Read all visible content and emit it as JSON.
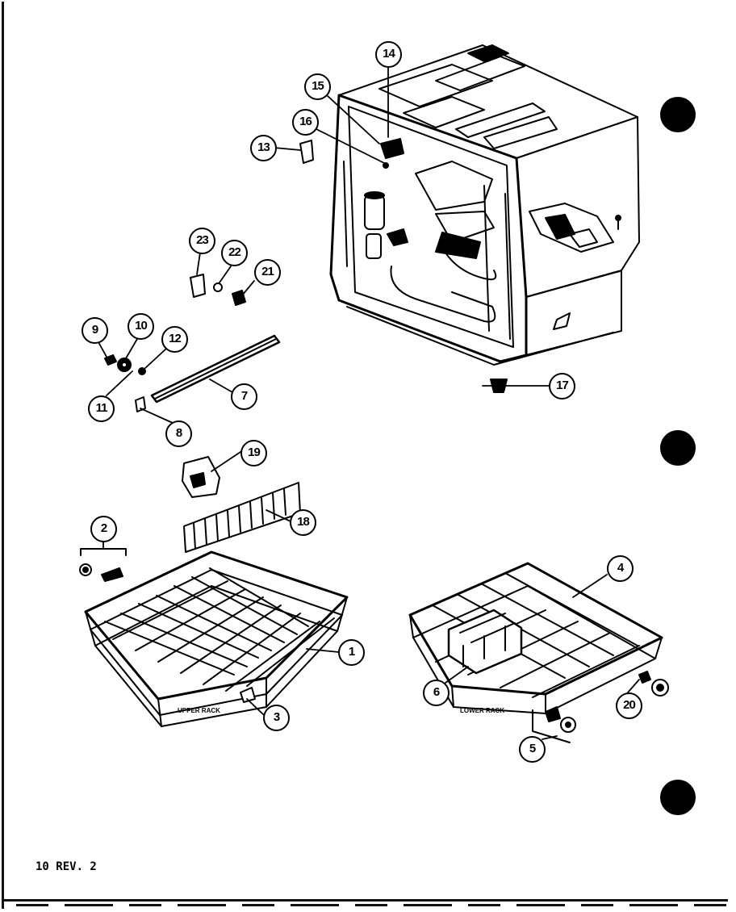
{
  "callouts": {
    "c1": "1",
    "c2": "2",
    "c3": "3",
    "c4": "4",
    "c5": "5",
    "c6": "6",
    "c7": "7",
    "c8": "8",
    "c9": "9",
    "c10": "10",
    "c11": "11",
    "c12": "12",
    "c13": "13",
    "c14": "14",
    "c15": "15",
    "c16": "16",
    "c17": "17",
    "c18": "18",
    "c19": "19",
    "c20": "20",
    "c21": "21",
    "c22": "22",
    "c23": "23"
  },
  "labels": {
    "upper_rack": "UPPER RACK",
    "lower_rack": "LOWER RACK"
  },
  "footer": {
    "page_rev": "10 REV. 2"
  }
}
